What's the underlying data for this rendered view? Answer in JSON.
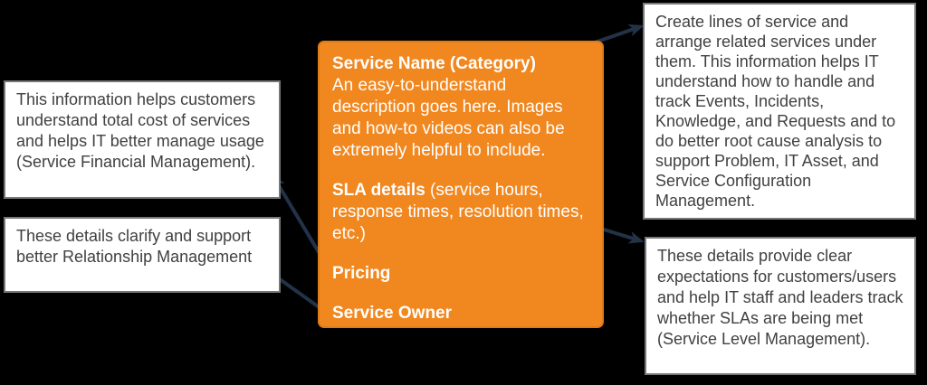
{
  "colors": {
    "background": "#000000",
    "card_fill": "#F1871F",
    "card_border": "#DD7C19",
    "card_text": "#FFFFFF",
    "callout_background": "#FFFFFF",
    "callout_border": "#77787A",
    "callout_text": "#414042",
    "arrow": "#223247"
  },
  "card": {
    "sections": [
      {
        "title": "Service Name (Category)",
        "body": "An easy-to-understand description goes here.  Images and how-to videos can also be extremely helpful to include."
      },
      {
        "title": "SLA details",
        "body": " (service hours, response times, resolution times, etc.)"
      },
      {
        "title": "Pricing",
        "body": ""
      },
      {
        "title": "Service Owner",
        "body": ""
      }
    ]
  },
  "callouts": {
    "left_top": "This information helps customers understand total cost of services and helps IT better manage usage (Service Financial Management).",
    "left_bottom": "These details clarify and support better Relationship Management",
    "right_top": "Create lines of service and arrange related services under them. This information helps IT understand how to handle and track Events, Incidents, Knowledge, and Requests and to do better root cause analysis to support Problem, IT Asset, and Service Configuration Management.",
    "right_bottom": "These details provide clear expectations for customers/users and help IT staff and leaders track whether SLAs are being met (Service Level Management)."
  }
}
